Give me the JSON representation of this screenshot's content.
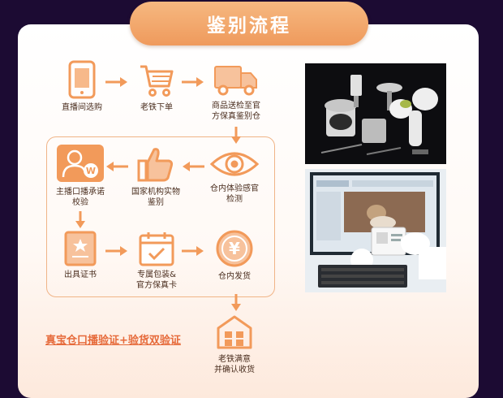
{
  "title": "鉴别流程",
  "steps": {
    "s1": "直播间选购",
    "s2": "老铁下单",
    "s3": "商品送检至官\n方保真鉴别仓",
    "s4": "仓内体验感官\n检测",
    "s5": "国家机构实物\n鉴别",
    "s6": "主播口播承诺\n校验",
    "s7": "出具证书",
    "s8": "专属包装&\n官方保真卡",
    "s9": "仓内发货",
    "s10": "老铁满意\n并确认收货"
  },
  "slogan": "真宝仓口播验证+验货双验证",
  "colors": {
    "accent": "#f29a5a",
    "accent_dark": "#e87a3e",
    "text": "#4a2e1f"
  },
  "icons": {
    "s1": "phone-icon",
    "s2": "cart-icon",
    "s3": "truck-icon",
    "s4": "eye-icon",
    "s5": "thumbs-up-icon",
    "s6": "anchor-avatar-icon",
    "s7": "certificate-icon",
    "s8": "calendar-check-icon",
    "s9": "yen-coin-icon",
    "s10": "warehouse-icon"
  }
}
